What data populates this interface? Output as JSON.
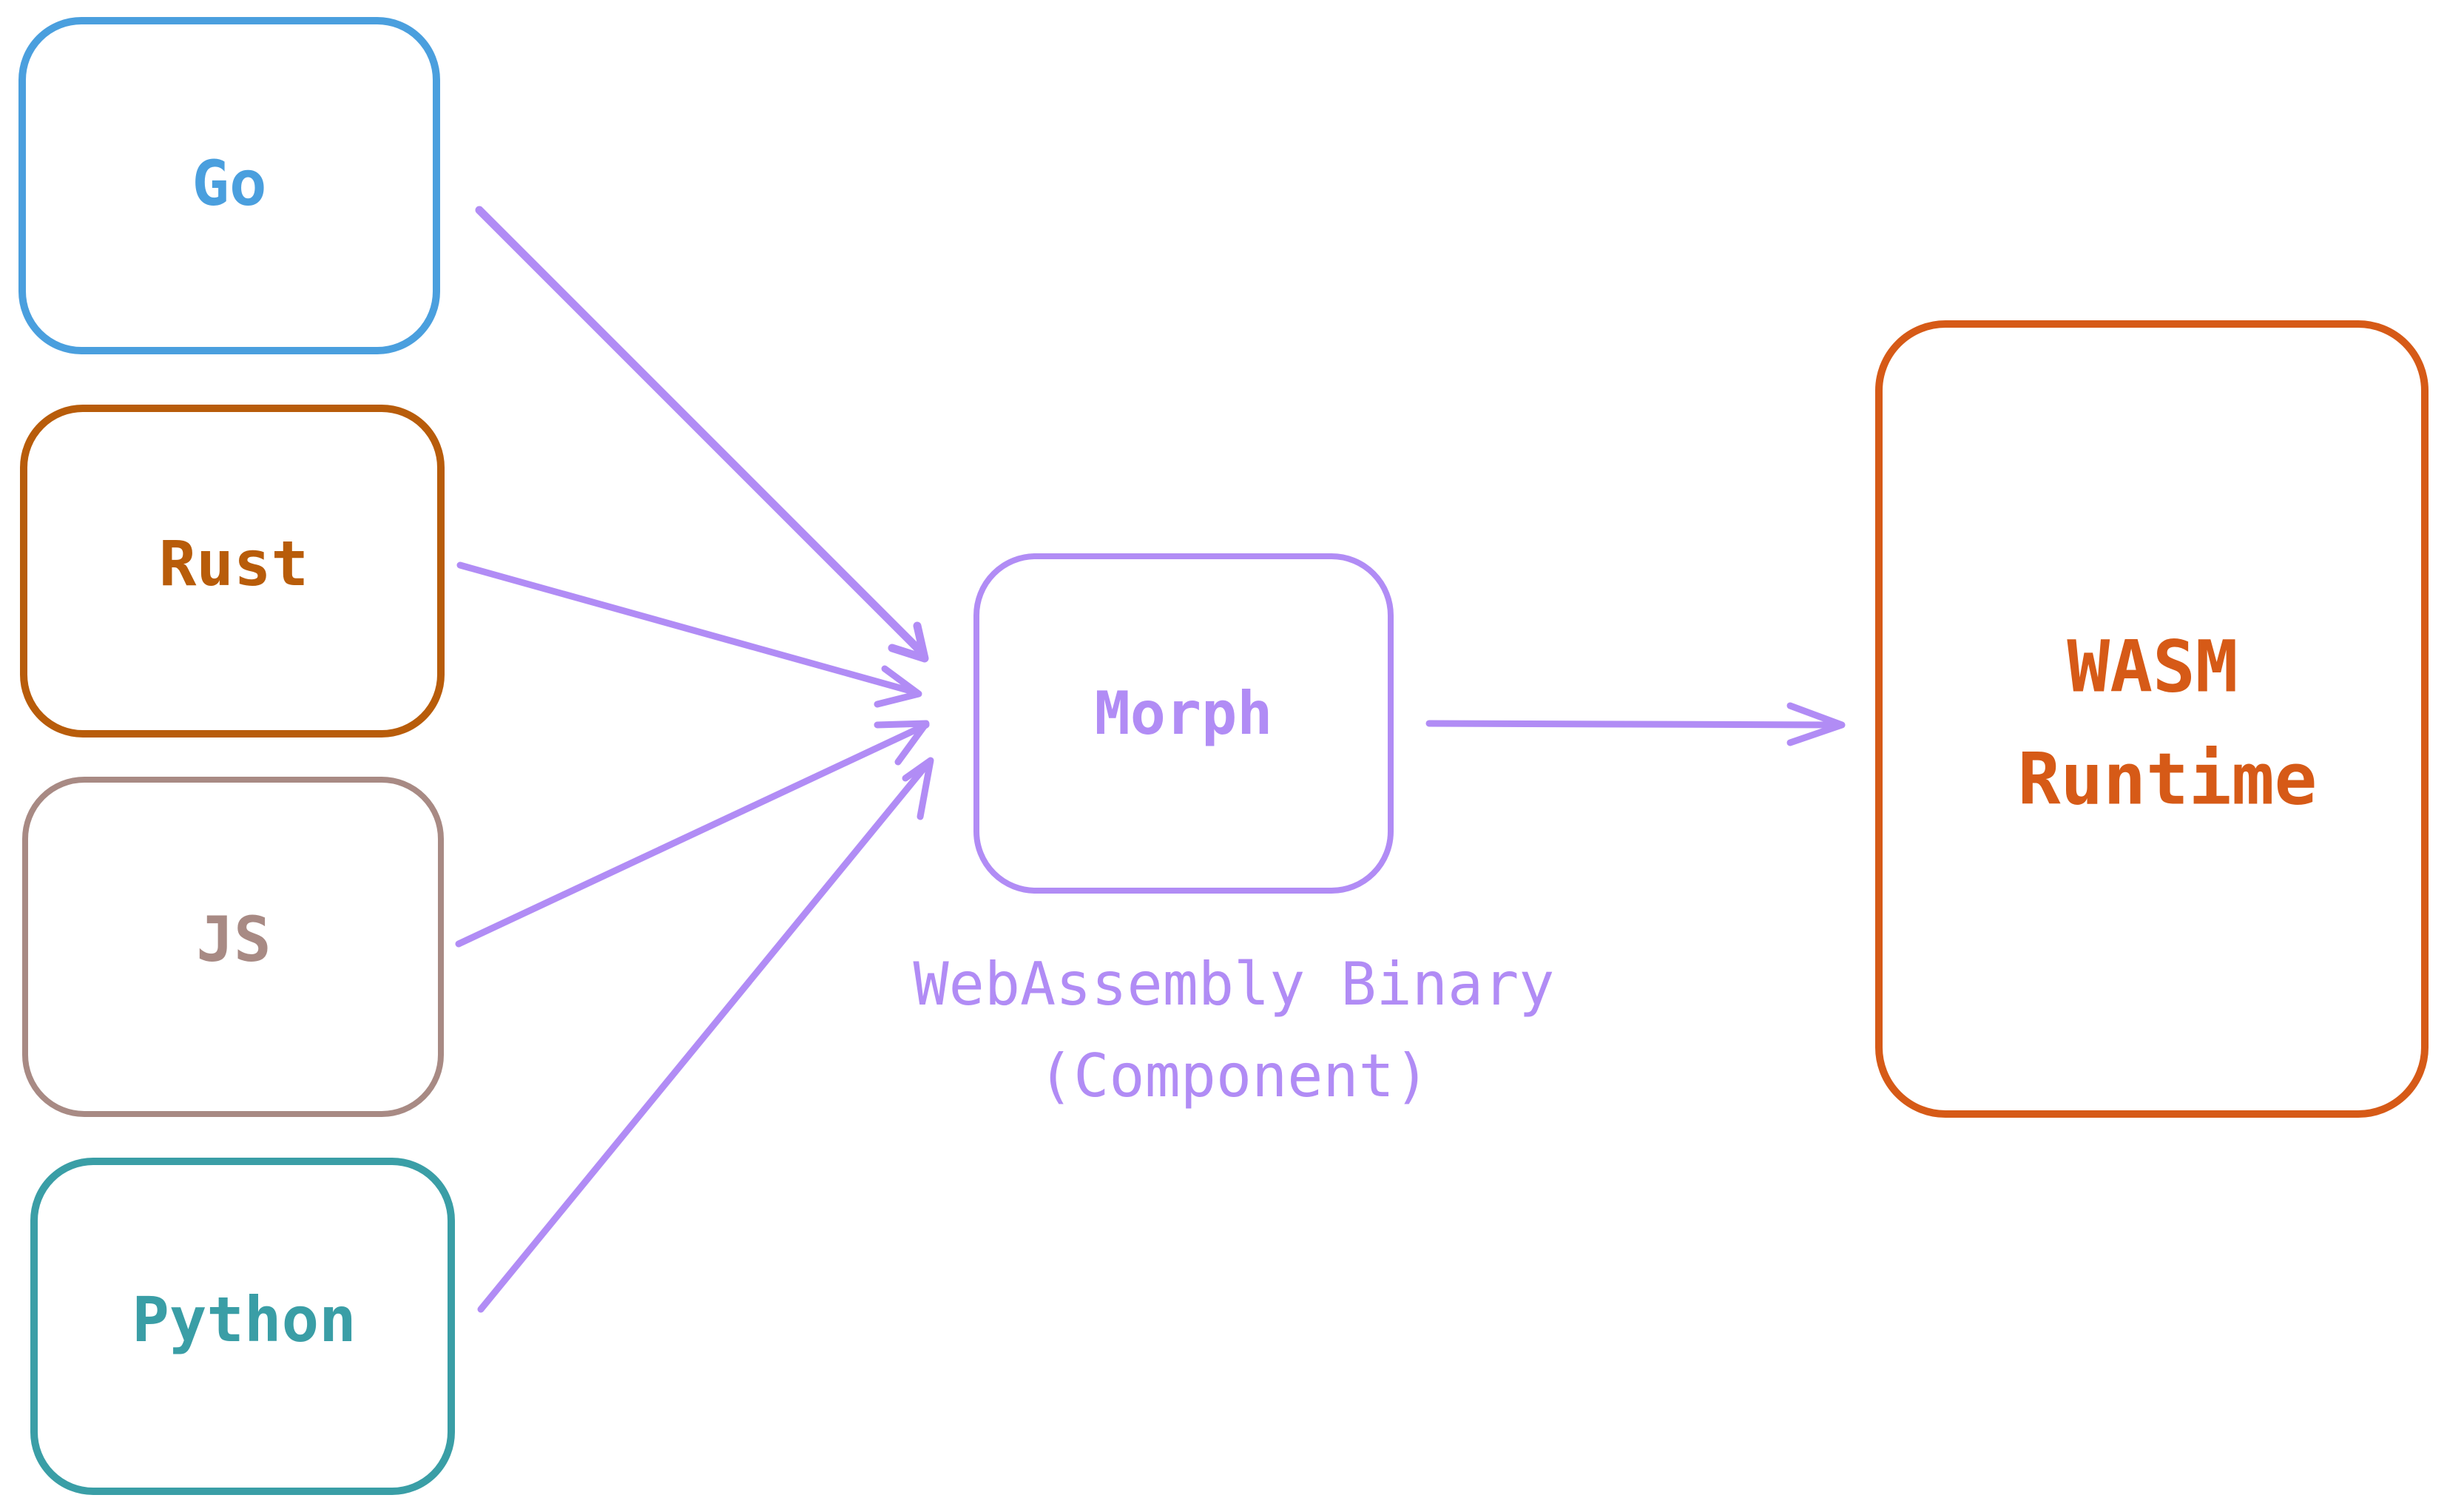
{
  "diagram": {
    "sources": [
      {
        "id": "go",
        "label": "Go",
        "color": "#4a9fde"
      },
      {
        "id": "rust",
        "label": "Rust",
        "color": "#b85c0a"
      },
      {
        "id": "js",
        "label": "JS",
        "color": "#a88a84"
      },
      {
        "id": "python",
        "label": "Python",
        "color": "#3a9ea6"
      }
    ],
    "center": {
      "label": "Morph",
      "color": "#b18cf5"
    },
    "target": {
      "label_line1": "WASM",
      "label_line2": "Runtime",
      "color": "#d65a17"
    },
    "caption": {
      "line1": "WebAssembly Binary",
      "line2": "(Component)",
      "color": "#b18cf5"
    },
    "edges": [
      {
        "from": "go",
        "to": "morph"
      },
      {
        "from": "rust",
        "to": "morph"
      },
      {
        "from": "js",
        "to": "morph"
      },
      {
        "from": "python",
        "to": "morph"
      },
      {
        "from": "morph",
        "to": "wasm-runtime"
      }
    ]
  }
}
